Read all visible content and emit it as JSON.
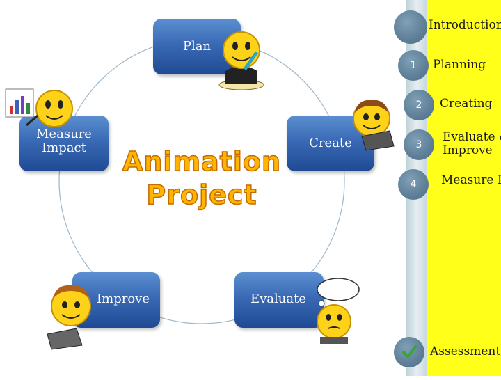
{
  "title_lines": [
    "Animation",
    "Project"
  ],
  "cycle": {
    "plan": "Plan",
    "measure": [
      "Measure",
      "Impact"
    ],
    "create": "Create",
    "improve": "Improve",
    "evaluate": "Evaluate"
  },
  "nav": {
    "introduction": "Introduction",
    "items": [
      {
        "number": "1",
        "label": [
          "Planning"
        ]
      },
      {
        "number": "2",
        "label": [
          "Creating"
        ]
      },
      {
        "number": "3",
        "label": [
          "Evaluate &",
          "Improve"
        ]
      },
      {
        "number": "4",
        "label": [
          "Measure Imp"
        ]
      }
    ],
    "assessment": "Assessment"
  },
  "colors": {
    "box": "#2f5ea8",
    "title_fill": "#ffb400",
    "panel": "#ffff1a",
    "nav_circle": "#5e7f97",
    "check": "#3aa33a"
  },
  "icons": [
    "smiley-writing-icon",
    "smiley-chart-icon",
    "smiley-laptop-icon",
    "smiley-thinking-icon",
    "checkmark-icon"
  ]
}
